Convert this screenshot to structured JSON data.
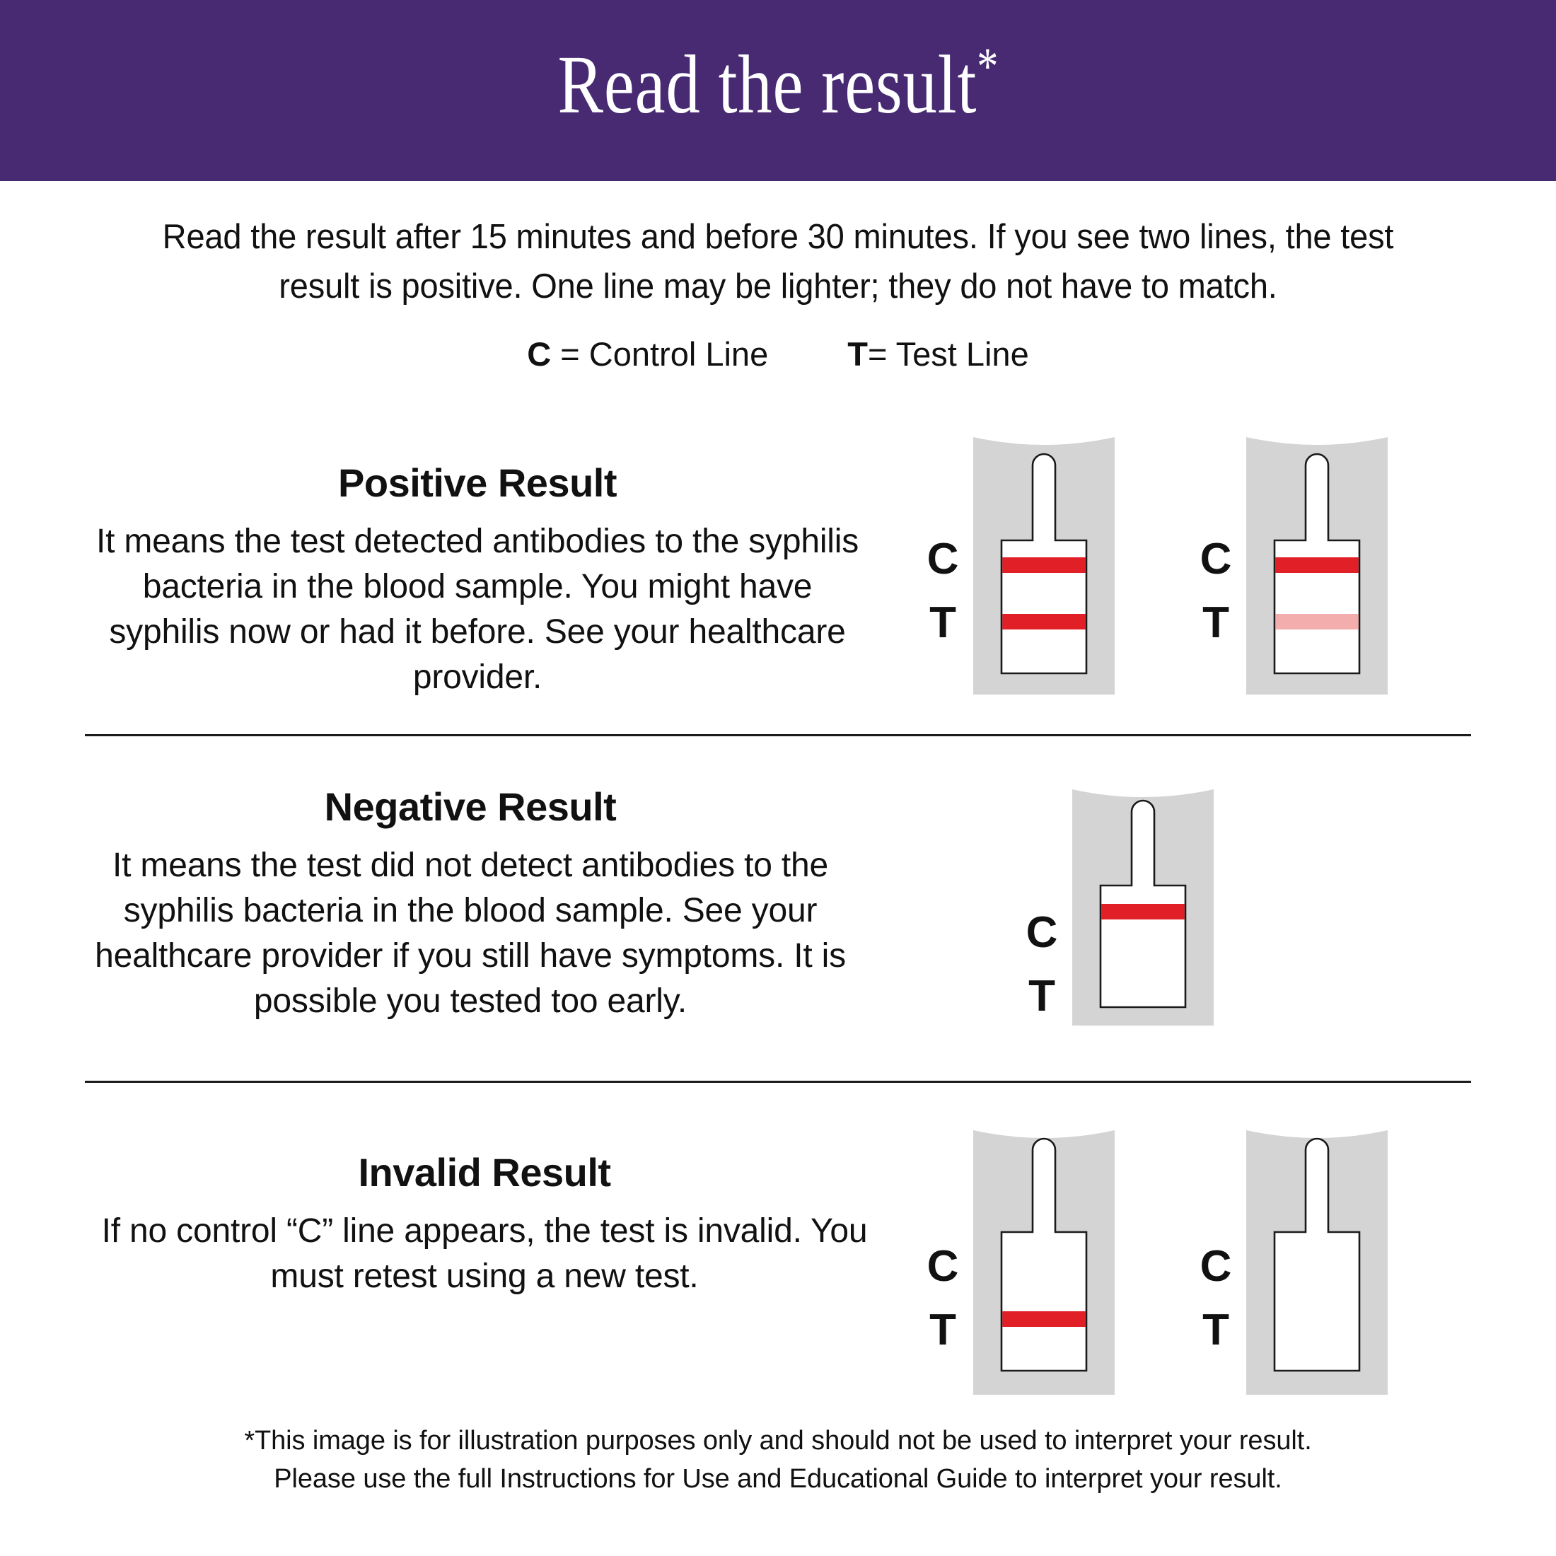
{
  "header": {
    "title": "Read the result",
    "asterisk": "*",
    "bg_color": "#472A72",
    "text_color": "#FFFFFF"
  },
  "intro": {
    "text": "Read the result after 15 minutes and before 30 minutes.  If you see two lines, the test result is positive.  One line may be lighter; they do not have to match."
  },
  "legend": {
    "control_key": "C",
    "control_text": " = Control Line",
    "test_key": "T",
    "test_text": "= Test Line"
  },
  "colors": {
    "line_strong": "#E01F26",
    "line_faint": "#F4ADAD",
    "card_gray": "#D4D4D4",
    "strip_outline": "#1A1A1A",
    "strip_fill": "#FFFFFF",
    "divider": "#1B1B1B"
  },
  "sections": [
    {
      "id": "positive",
      "title": "Positive Result",
      "body": "It means the test detected antibodies to the syphilis bacteria in the blood sample. You might have syphilis now or had it before. See your healthcare provider.",
      "devices": [
        {
          "c_label": "C",
          "t_label": "T",
          "c_line": "strong",
          "t_line": "strong"
        },
        {
          "c_label": "C",
          "t_label": "T",
          "c_line": "strong",
          "t_line": "faint"
        }
      ]
    },
    {
      "id": "negative",
      "title": "Negative Result",
      "body": "It means the test did not detect antibodies to the syphilis bacteria in the blood sample. See your healthcare provider if you still have symptoms. It is possible you tested too early.",
      "devices": [
        {
          "c_label": "C",
          "t_label": "T",
          "c_line": "strong",
          "t_line": "none"
        }
      ]
    },
    {
      "id": "invalid",
      "title": "Invalid Result",
      "body": "If no control “C” line appears, the test is invalid. You must retest using a new test.",
      "devices": [
        {
          "c_label": "C",
          "t_label": "T",
          "c_line": "none",
          "t_line": "strong"
        },
        {
          "c_label": "C",
          "t_label": "T",
          "c_line": "none",
          "t_line": "none"
        }
      ]
    }
  ],
  "footnote": {
    "line1": "*This image is for illustration purposes only and should not be used to interpret your result.",
    "line2": "Please use the full Instructions for Use and Educational Guide to interpret your result."
  }
}
